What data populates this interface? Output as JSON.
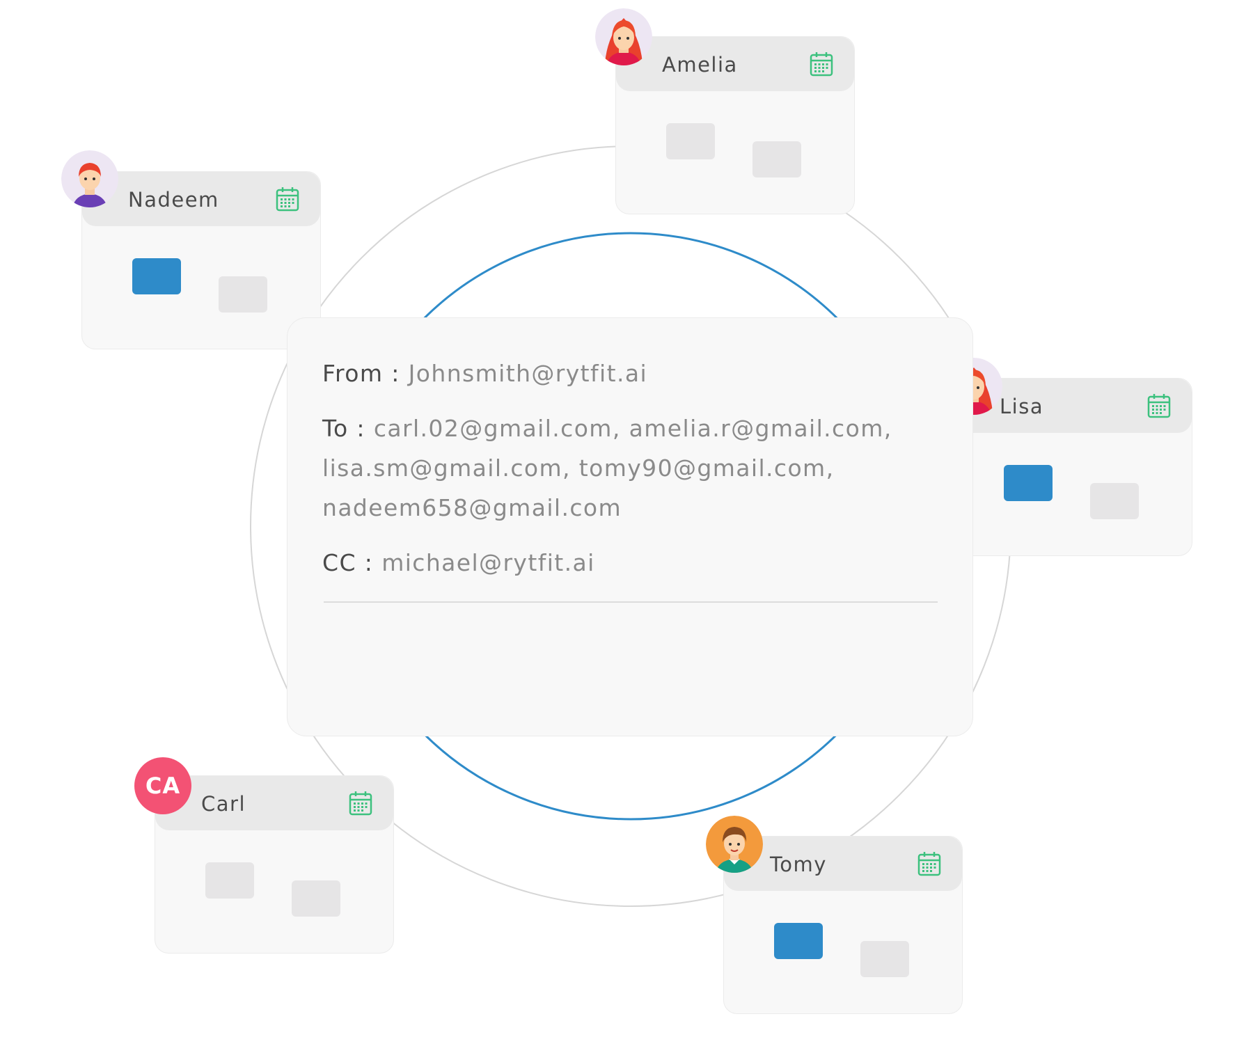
{
  "email": {
    "from_label": "From : ",
    "from_value": "Johnsmith@rytfit.ai",
    "to_label": "To : ",
    "to_lines": [
      "carl.02@gmail.com, amelia.r@gmail.com,",
      "lisa.sm@gmail.com, tomy90@gmail.com,",
      "nadeem658@gmail.com"
    ],
    "cc_label": "CC : ",
    "cc_value": "michael@rytfit.ai"
  },
  "participants": [
    {
      "name": "Amelia",
      "avatar": "female-avatar",
      "slot1": "empty",
      "slot2": "empty"
    },
    {
      "name": "Nadeem",
      "avatar": "male-avatar",
      "slot1": "selected",
      "slot2": "empty"
    },
    {
      "name": "Lisa",
      "avatar": "female-avatar",
      "slot1": "selected",
      "slot2": "empty"
    },
    {
      "name": "Carl",
      "avatar": "initials-avatar",
      "initials": "CA",
      "slot1": "empty",
      "slot2": "empty"
    },
    {
      "name": "Tomy",
      "avatar": "boy-avatar",
      "slot1": "selected",
      "slot2": "empty"
    }
  ],
  "colors": {
    "accent_blue": "#2e8bc9",
    "calendar_green": "#3cc17e",
    "initials_badge": "#f35274"
  },
  "icons": {
    "calendar": "calendar-icon"
  }
}
